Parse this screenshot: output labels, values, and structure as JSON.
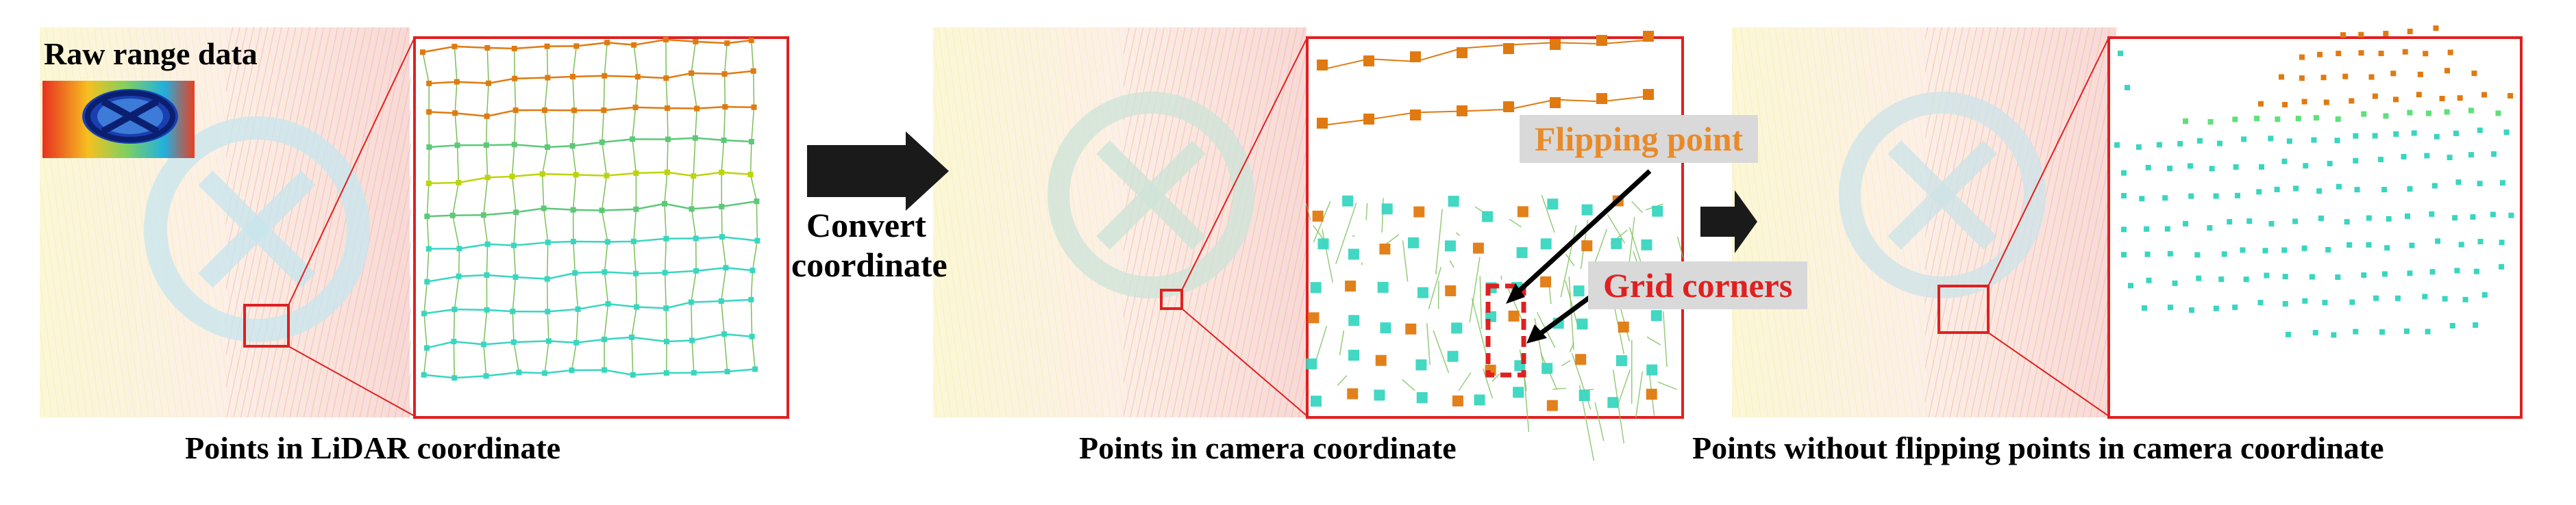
{
  "raw_label": "Raw range data",
  "convert_label_line1": "Convert",
  "convert_label_line2": "coordinate",
  "flipping_label": "Flipping point",
  "grid_corners_label": "Grid corners",
  "captions": {
    "lidar": "Points in LiDAR coordinate",
    "camera": "Points in camera coordinate",
    "filtered": "Points without flipping points in camera coordinate"
  },
  "colors": {
    "frame": "#e02020",
    "orange": "#e07a10",
    "teal": "#38d6c0",
    "green_line": "#7bbf58",
    "lime": "#bcd40c",
    "flipping_text": "#e98a2a",
    "grid_corners_text": "#e02020",
    "arrow": "#1a1a1a"
  }
}
